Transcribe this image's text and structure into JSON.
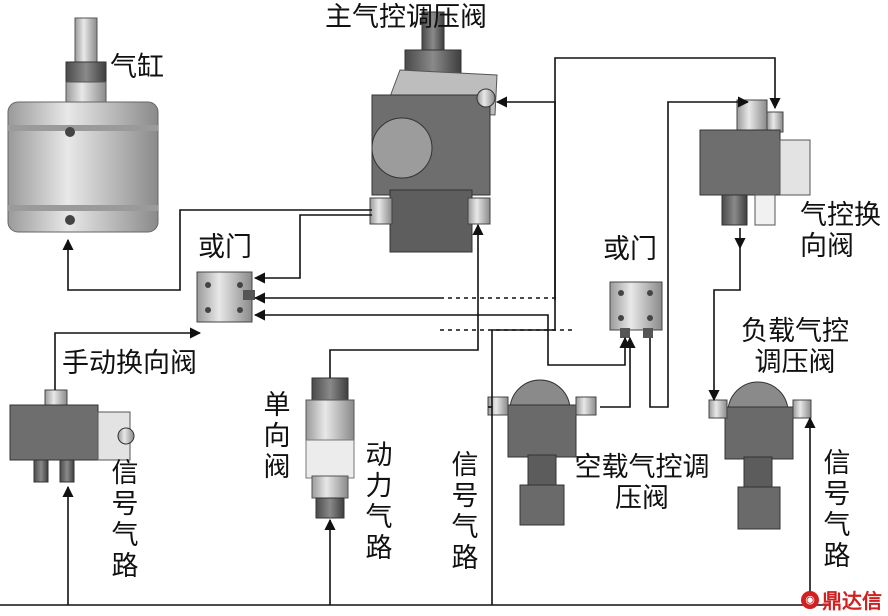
{
  "labels": {
    "cylinder": "气缸",
    "main_valve": "主气控调压阀",
    "or_gate_left": "或门",
    "or_gate_right": "或门",
    "manual_valve": "手动换向阀",
    "pneu_switch_valve": "气控换向阀",
    "load_valve": "负载气控调压阀",
    "check_valve": "单向阀",
    "power_line": "动力气路",
    "signal_left": "信号气路",
    "signal_mid": "信号气路",
    "signal_right": "信号气路",
    "noload_valve": "空载气控调压阀"
  },
  "watermark": {
    "text": "鼎达信"
  },
  "colors": {
    "line": "#111111",
    "body": "#6f6f6f",
    "body_light": "#cfcfcf",
    "body_dark": "#4a4a4a"
  }
}
